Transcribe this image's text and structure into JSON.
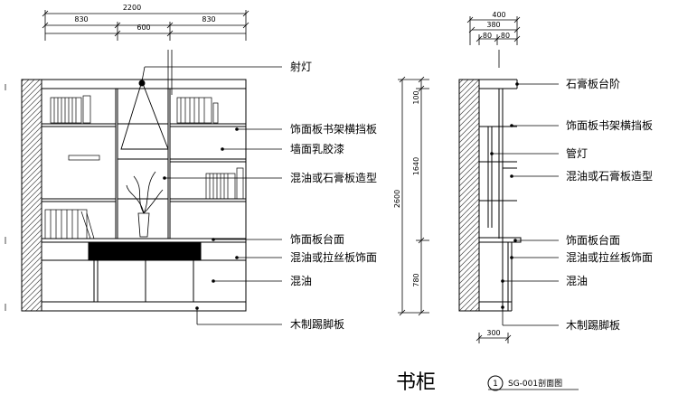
{
  "front_view": {
    "dims_top": {
      "overall": "2200",
      "left": "830",
      "middle": "600",
      "right": "830"
    },
    "labels": [
      "射灯",
      "饰面板书架横挡板",
      "墙面乳胶漆",
      "混油或石膏板造型",
      "饰面板台面",
      "混油或拉丝板饰面",
      "混油",
      "木制踢脚板"
    ]
  },
  "section_view": {
    "dims_top": {
      "overall": "400",
      "a": "380",
      "b": "80",
      "c": "80"
    },
    "dims_side": {
      "overall": "2600",
      "top": "100",
      "middle": "1640",
      "bottom": "780"
    },
    "dim_bottom": "300",
    "labels": [
      "石膏板台阶",
      "饰面板书架横挡板",
      "管灯",
      "混油或石膏板造型",
      "饰面板台面",
      "混油或拉丝板饰面",
      "混油",
      "木制踢脚板"
    ]
  },
  "title": {
    "main": "书柜",
    "number": "1",
    "ref": "SG-001剖面图"
  }
}
